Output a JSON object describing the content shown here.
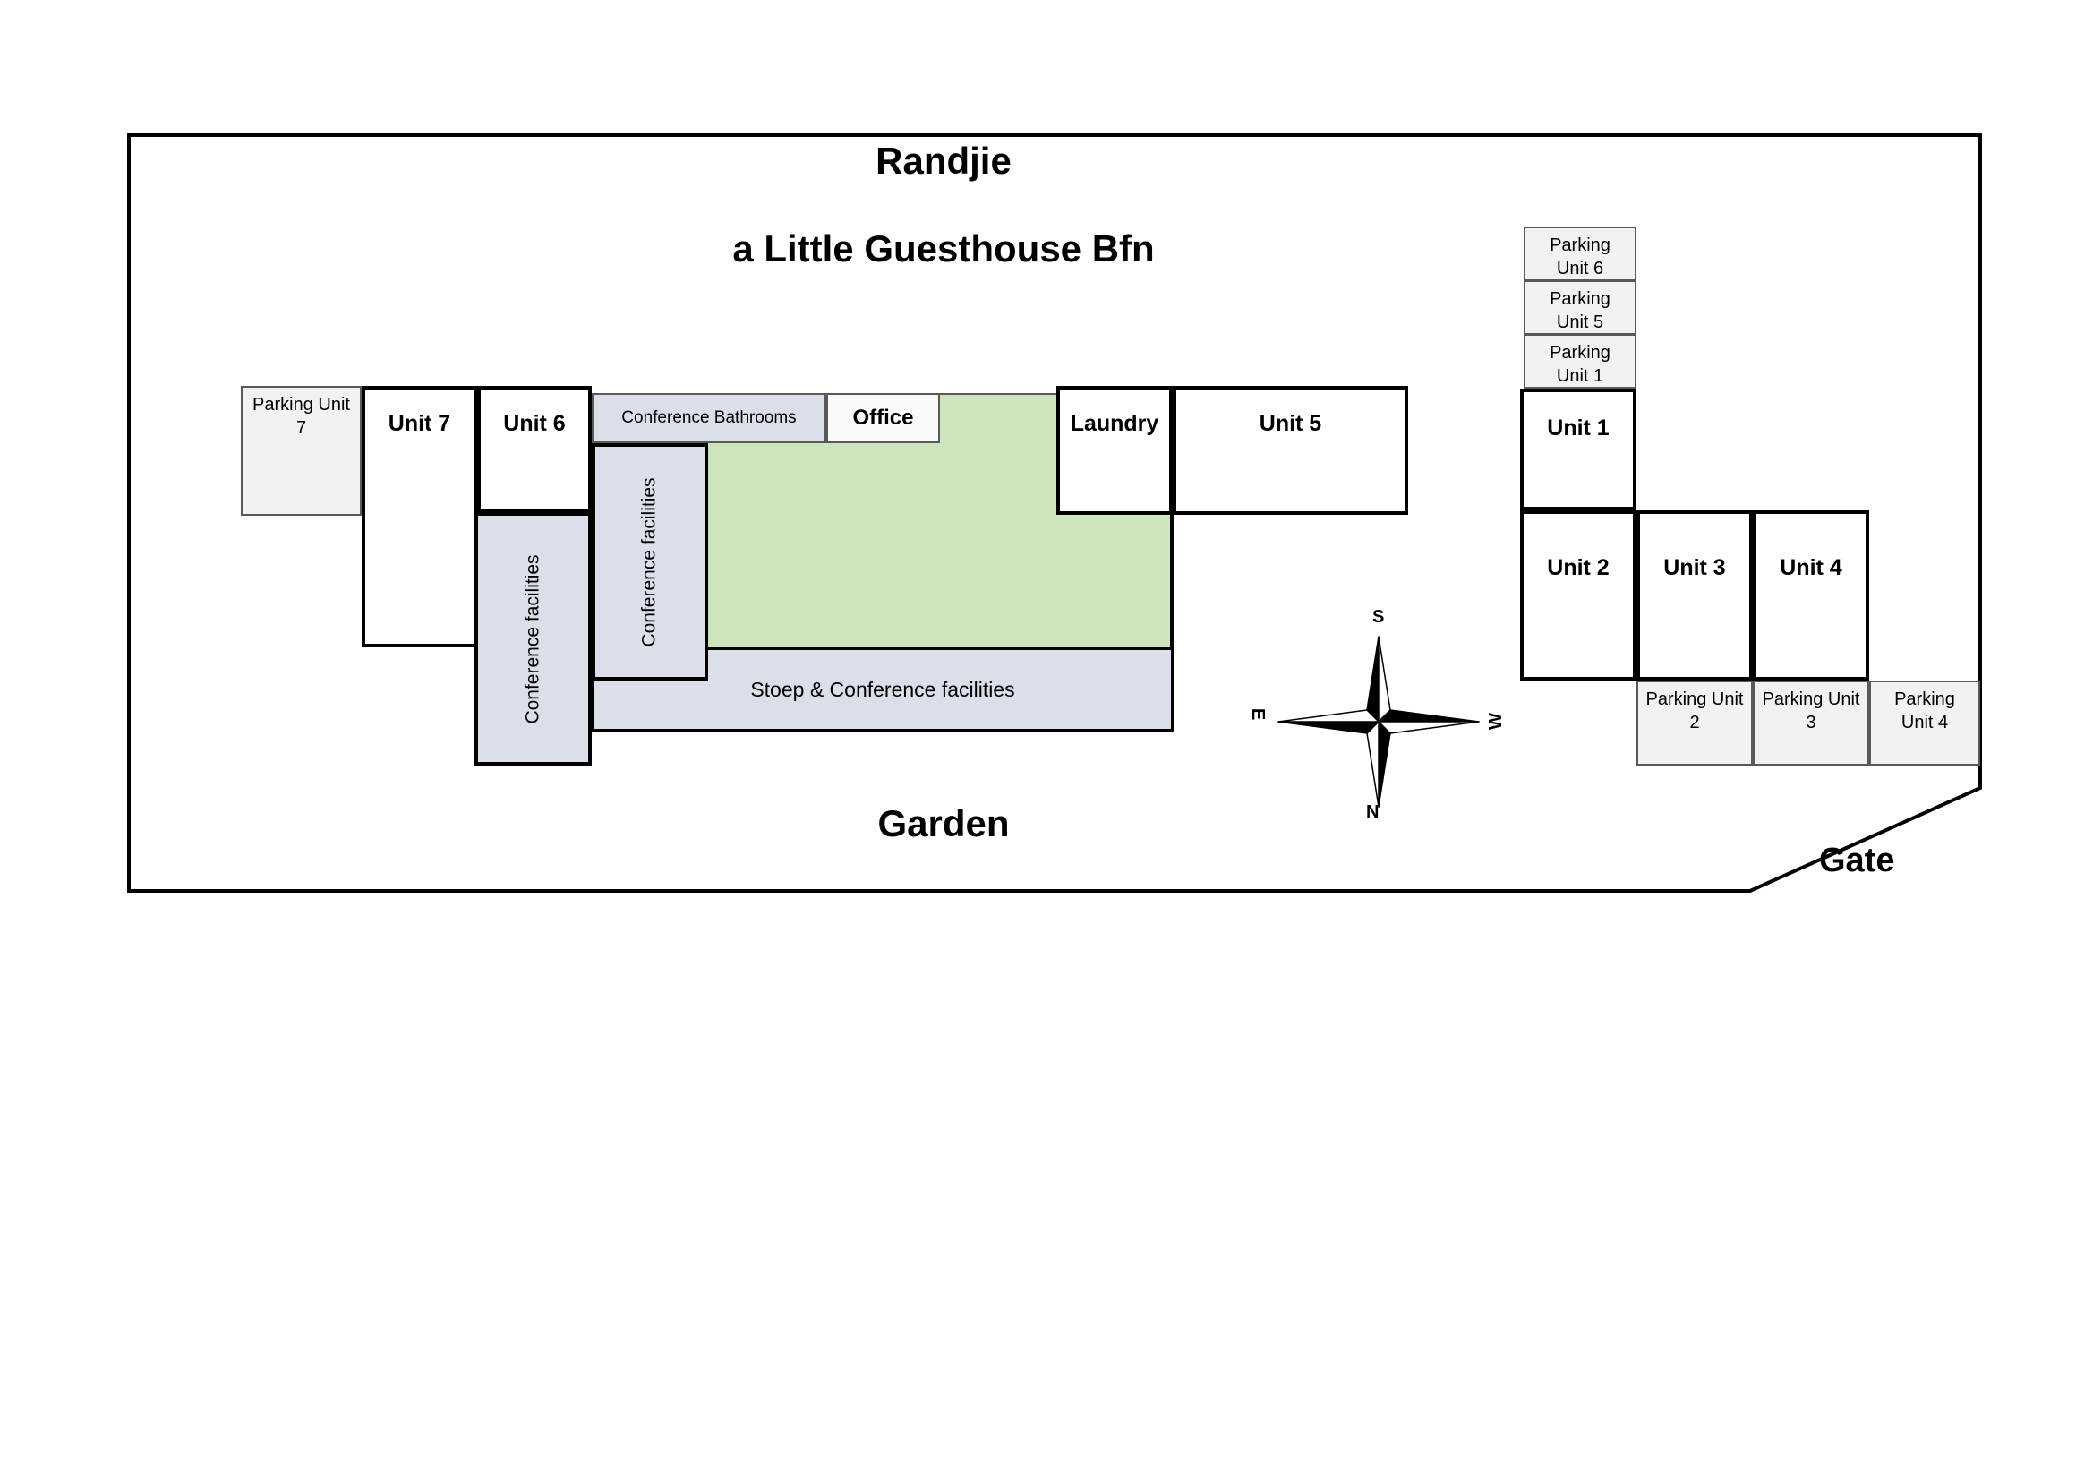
{
  "header": {
    "title": "Randjie",
    "subtitle": "a Little Guesthouse Bfn"
  },
  "labels": {
    "garden": "Garden",
    "gate": "Gate"
  },
  "buildings": {
    "parking_unit_7": "Parking Unit 7",
    "unit_7": "Unit 7",
    "unit_6": "Unit 6",
    "conference_bathrooms": "Conference Bathrooms",
    "office": "Office",
    "conference_facilities_left": "Conference facilities",
    "conference_facilities_mid": "Conference facilities",
    "laundry": "Laundry",
    "unit_5": "Unit 5",
    "stoep": "Stoep & Conference facilities",
    "parking_unit_6": "Parking Unit 6",
    "parking_unit_5": "Parking Unit 5",
    "parking_unit_1": "Parking Unit 1",
    "unit_1": "Unit 1",
    "unit_2": "Unit 2",
    "unit_3": "Unit 3",
    "unit_4": "Unit 4",
    "parking_unit_2": "Parking Unit 2",
    "parking_unit_3": "Parking Unit 3",
    "parking_unit_4": "Parking Unit 4"
  },
  "compass": {
    "north": "N",
    "south": "S",
    "east": "E",
    "west": "W"
  },
  "colors": {
    "parking_fill": "#f2f2f2",
    "conference_fill": "#dbdfe9",
    "lawn_fill": "#cde4bd",
    "room_fill": "#ffffff",
    "outline": "#000000",
    "thin_outline": "#595959"
  }
}
